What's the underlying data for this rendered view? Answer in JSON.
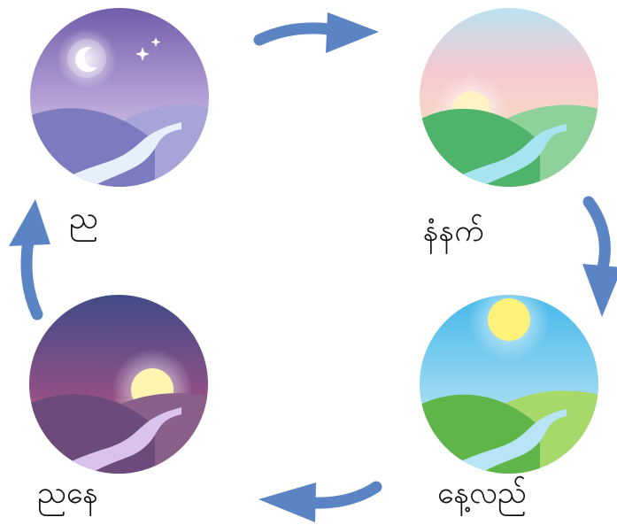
{
  "stages": {
    "night": {
      "label": "ည",
      "sky": [
        "#6f5aa8",
        "#b49fd6",
        "#e9dff5"
      ],
      "hill_back": "#a8a4d8",
      "hill_front": "#7d7bbf",
      "river": "#e6f0fb"
    },
    "morning": {
      "label": "နံနက်",
      "sky": [
        "#b7e3f2",
        "#f5c9d1",
        "#fbe7b6"
      ],
      "sun": "#fff3c4",
      "hill_back": "#8fd19b",
      "hill_front": "#4fb36c",
      "river": "#a8e4ef"
    },
    "noon": {
      "label": "နေ့လည်",
      "sky": [
        "#3fb6ea",
        "#9ad8f1",
        "#d8f0fb"
      ],
      "sun": "#fff27a",
      "hill_back": "#a7d86a",
      "hill_front": "#5fb548",
      "river": "#b8e5f6"
    },
    "evening": {
      "label": "ညနေ",
      "sky": [
        "#3d4b87",
        "#8f4f86",
        "#f09a6a"
      ],
      "sun": "#fff5b0",
      "hill_back": "#8a5f8a",
      "hill_front": "#6c4a7c",
      "river": "#d9c2ee"
    }
  },
  "arrow_color": "#5b84c4",
  "arrows": [
    "night-to-morning",
    "morning-to-noon",
    "noon-to-evening",
    "evening-to-night"
  ]
}
